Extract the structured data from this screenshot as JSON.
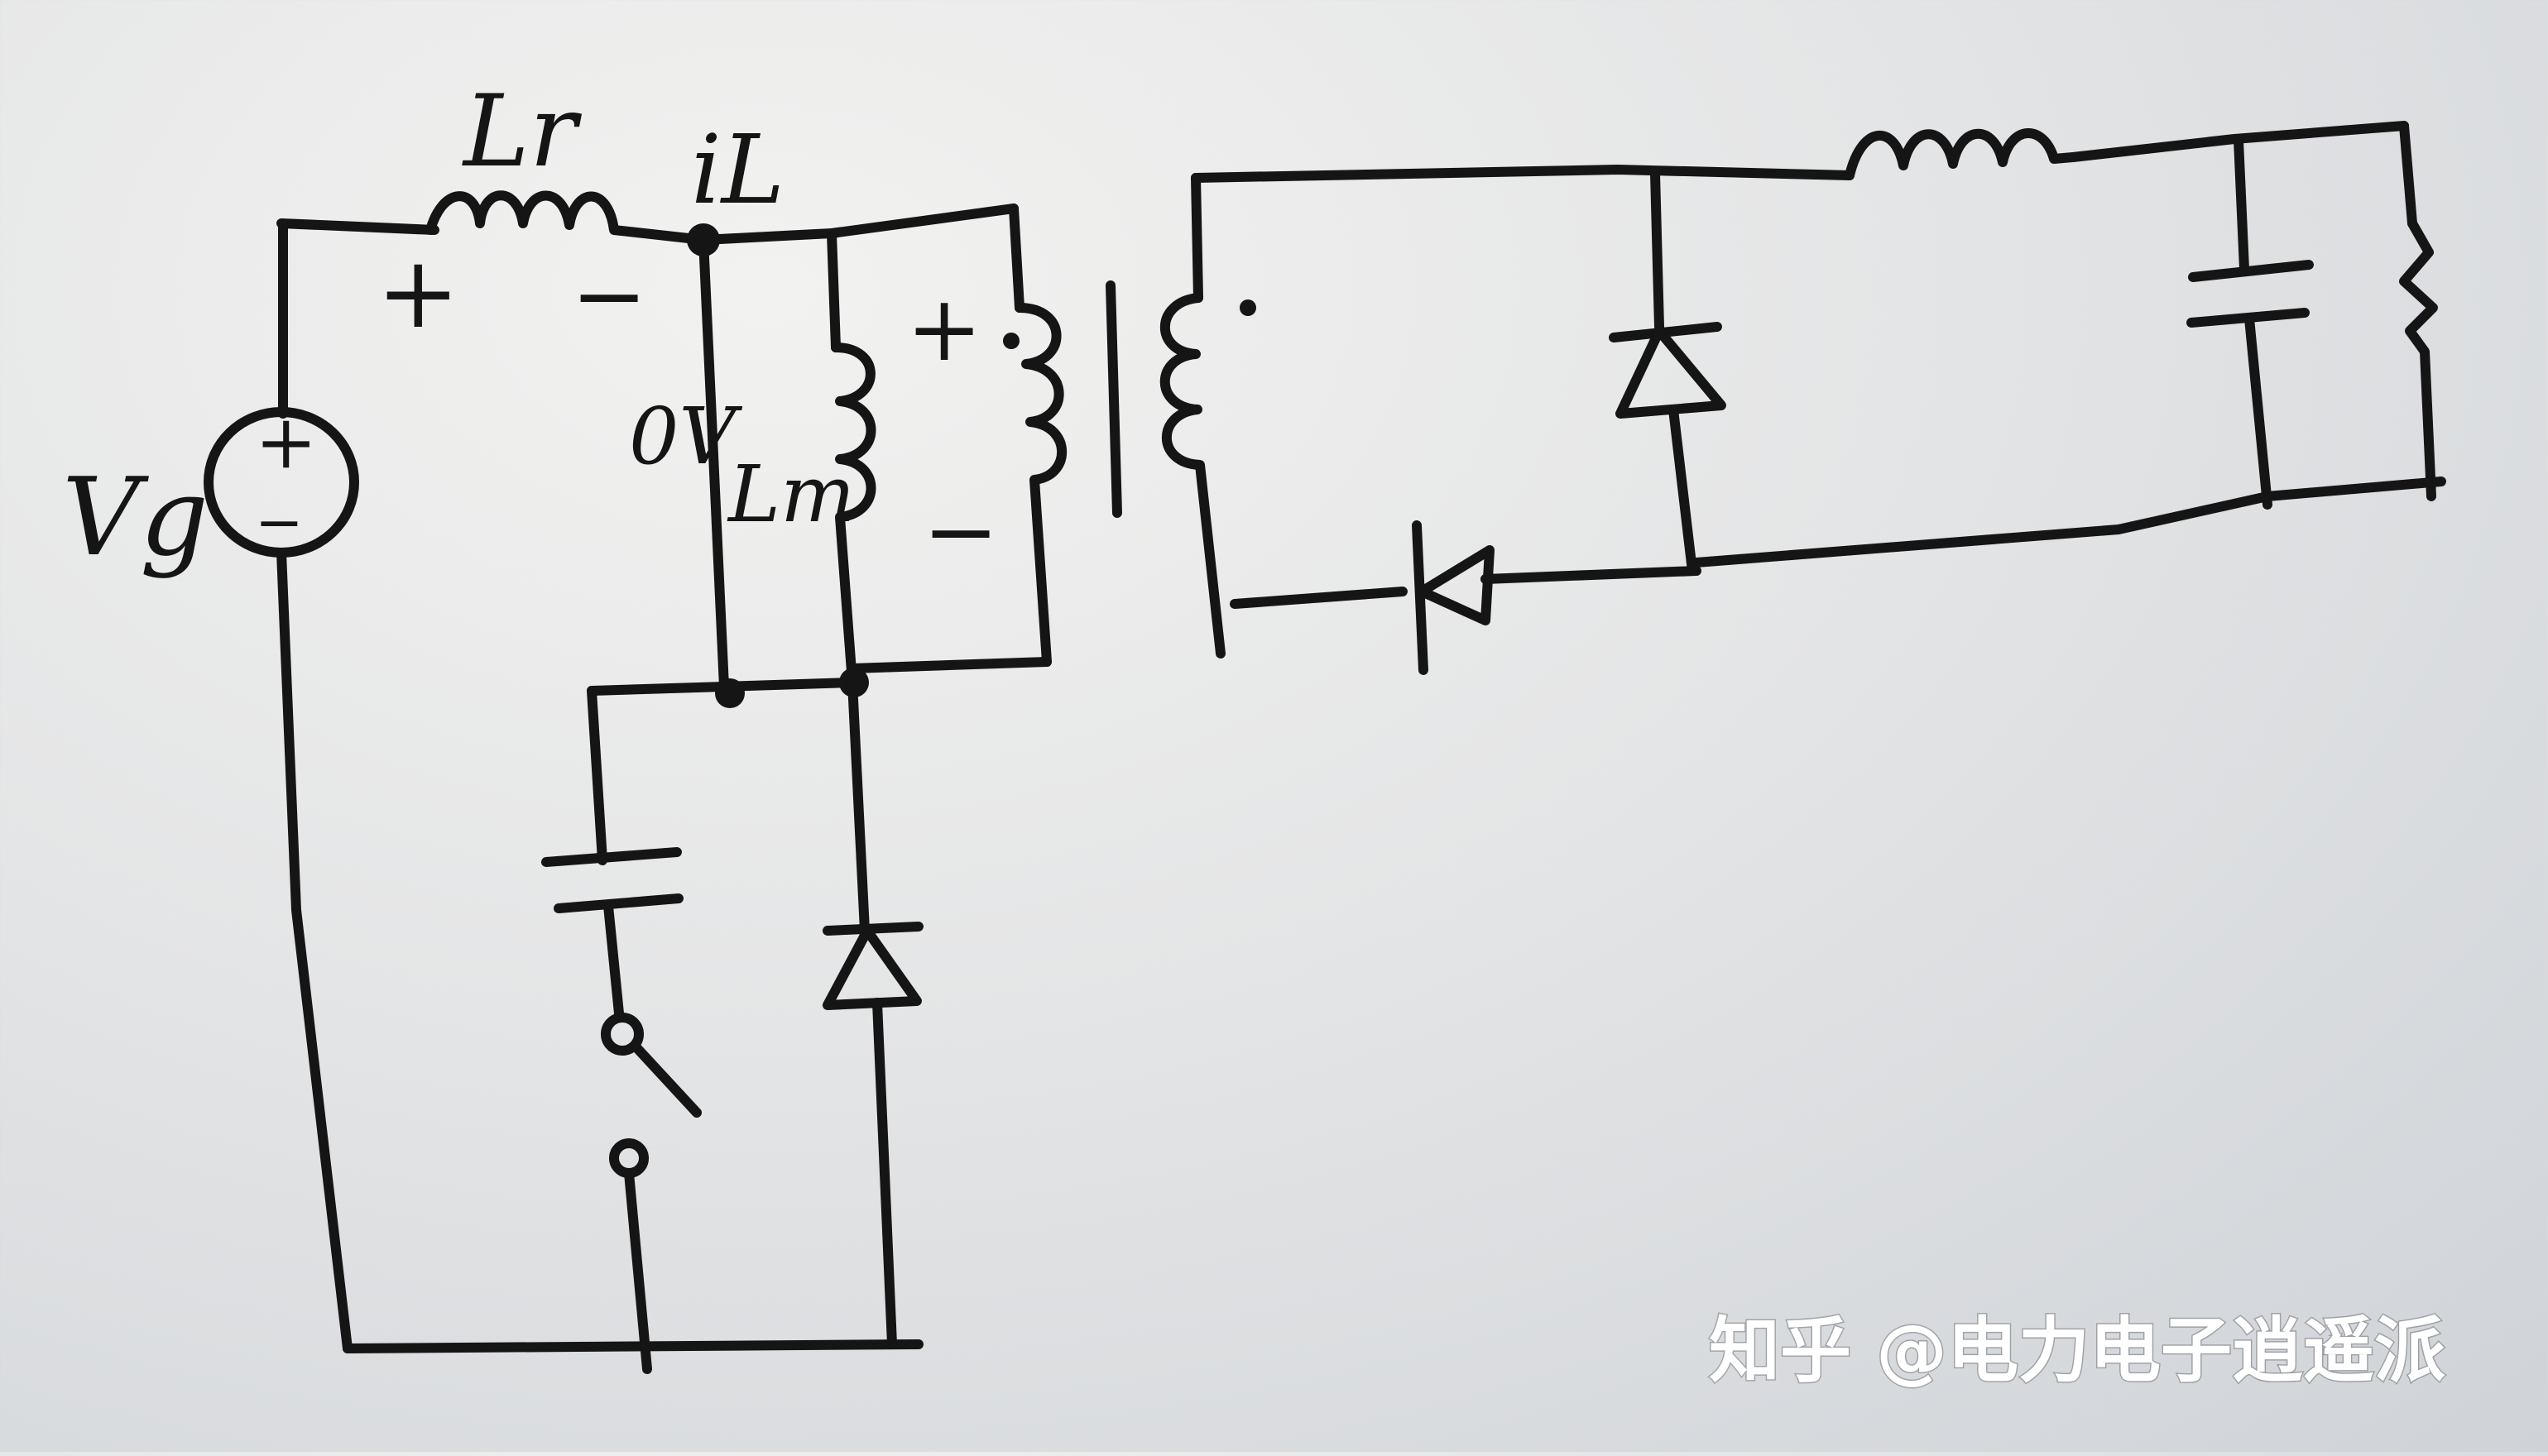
{
  "labels": {
    "source": "Vg",
    "source_plus": "+",
    "source_minus": "−",
    "inductor": "Lr",
    "inductor_plus": "+",
    "inductor_minus": "−",
    "current": "iL",
    "node_voltage": "0V",
    "magnetizing": "Lm",
    "primary_plus": "+",
    "primary_minus": "−"
  },
  "watermark": {
    "text": "知乎 @电力电子逍遥派"
  },
  "colors": {
    "ink": "#151515",
    "paper": "#e4e5e6",
    "watermark": "#ffffff"
  }
}
